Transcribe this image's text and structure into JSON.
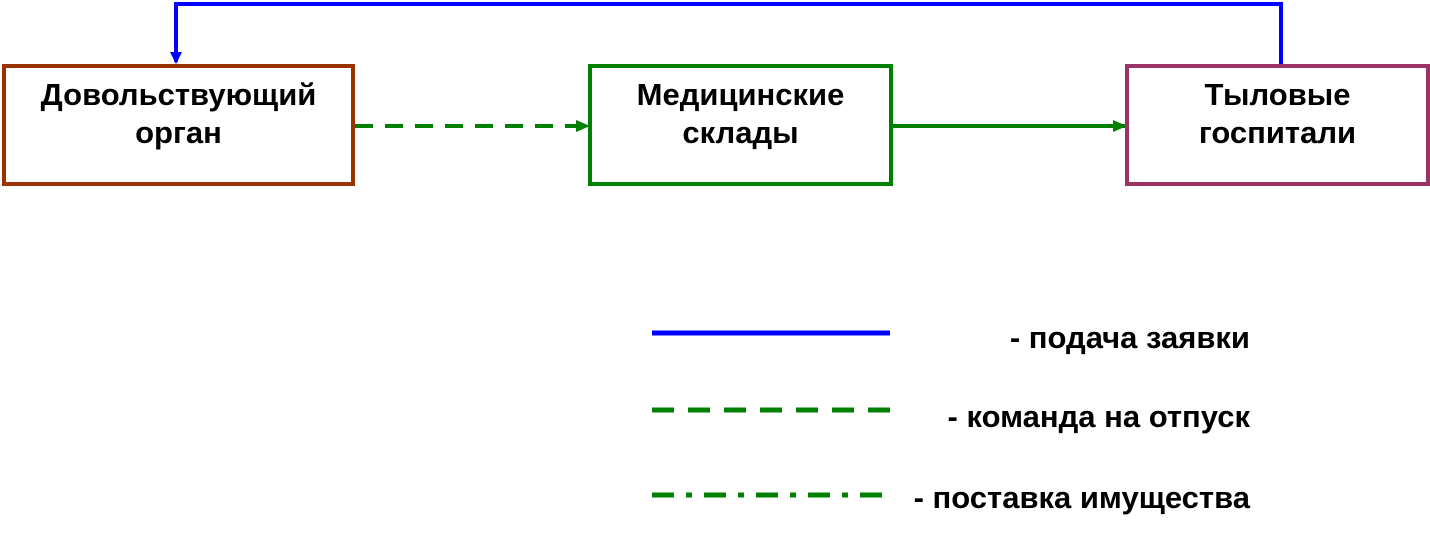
{
  "boxes": {
    "supply_organ": {
      "label": "Довольствующий\nорган",
      "color": "#993300"
    },
    "med_warehouses": {
      "label": "Медицинские\nсклады",
      "color": "#008000"
    },
    "rear_hospitals": {
      "label": "Тыловые\nгоспитали",
      "color": "#993366"
    }
  },
  "connections": [
    {
      "from": "rear_hospitals",
      "to": "supply_organ",
      "style": "solid",
      "color": "#0000ff"
    },
    {
      "from": "supply_organ",
      "to": "med_warehouses",
      "style": "dashed",
      "color": "#008000"
    },
    {
      "from": "med_warehouses",
      "to": "rear_hospitals",
      "style": "solid",
      "color": "#008000"
    }
  ],
  "legend": {
    "request": {
      "label": "- подача заявки",
      "style": "solid",
      "color": "#0000ff"
    },
    "release_order": {
      "label": "- команда на отпуск",
      "style": "dashed",
      "color": "#008000"
    },
    "delivery": {
      "label": "- поставка имущества",
      "style": "dash-dot",
      "color": "#008000"
    }
  }
}
